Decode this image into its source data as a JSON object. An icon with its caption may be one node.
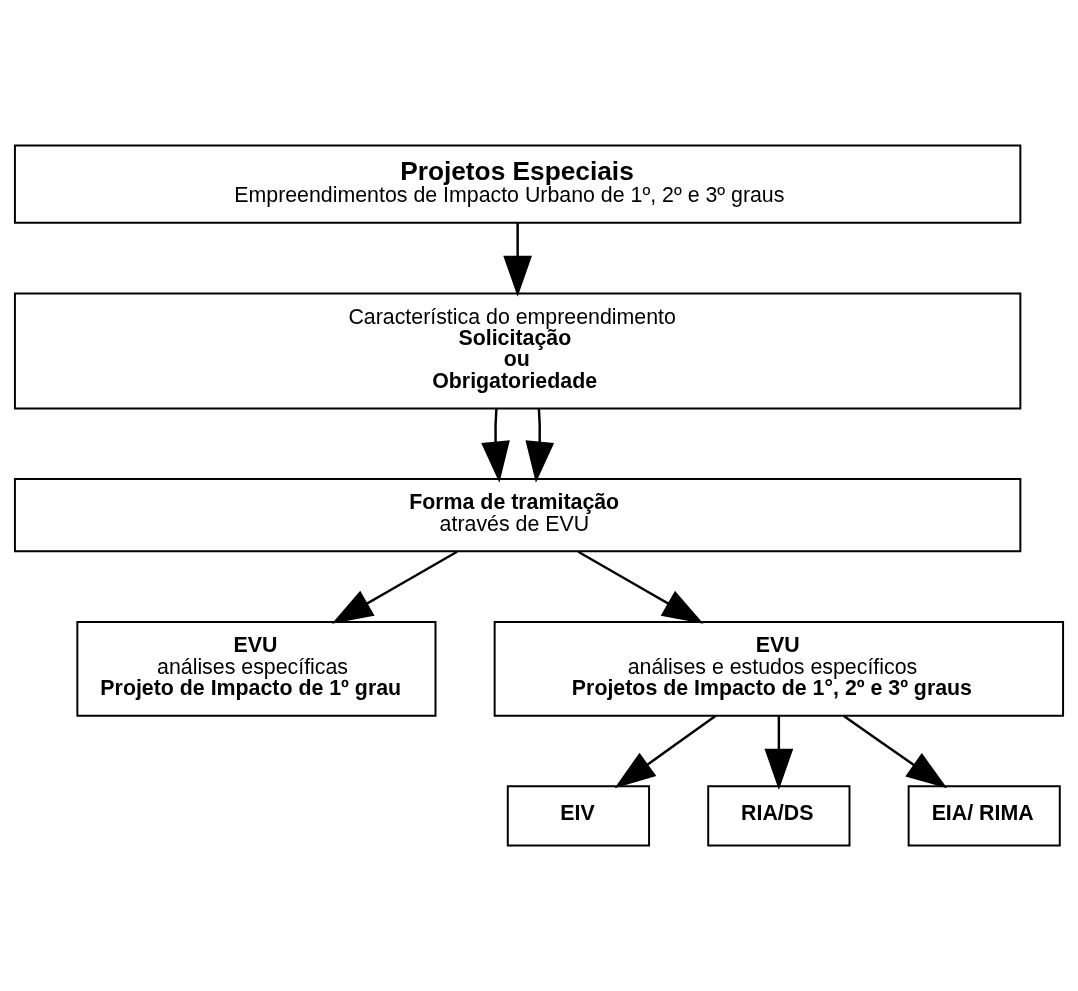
{
  "diagram": {
    "nodes": [
      {
        "text": [
          "Projetos Especiais",
          "Empreendimentos de Impacto Urbano de 1º, 2º e 3º graus"
        ]
      },
      {
        "text": [
          "Característica do empreendimento",
          "Solicitação",
          "ou",
          "Obrigatoriedade"
        ]
      },
      {
        "text": [
          "Forma de tramitação",
          "através de EVU"
        ]
      },
      {
        "text": [
          "EVU",
          "análises específicas",
          "Projeto de Impacto de 1º grau"
        ]
      },
      {
        "text": [
          "EVU",
          "análises e estudos específicos",
          "Projetos de Impacto de 1°, 2º e 3º graus"
        ]
      },
      {
        "text": [
          "EIV"
        ]
      },
      {
        "text": [
          "RIA/DS"
        ]
      },
      {
        "text": [
          "EIA/ RIMA"
        ]
      }
    ],
    "edges": [
      {
        "from": 0,
        "to": 1,
        "arrow": "to"
      },
      {
        "from": 1,
        "to": 2,
        "arrow": "to"
      },
      {
        "from": 1,
        "to": 2,
        "arrow": "to"
      },
      {
        "from": 2,
        "to": 3,
        "arrow": "to"
      },
      {
        "from": 2,
        "to": 4,
        "arrow": "to"
      },
      {
        "from": 4,
        "to": 5,
        "arrow": "to"
      },
      {
        "from": 4,
        "to": 6,
        "arrow": "to"
      },
      {
        "from": 4,
        "to": 7,
        "arrow": "to"
      }
    ]
  }
}
